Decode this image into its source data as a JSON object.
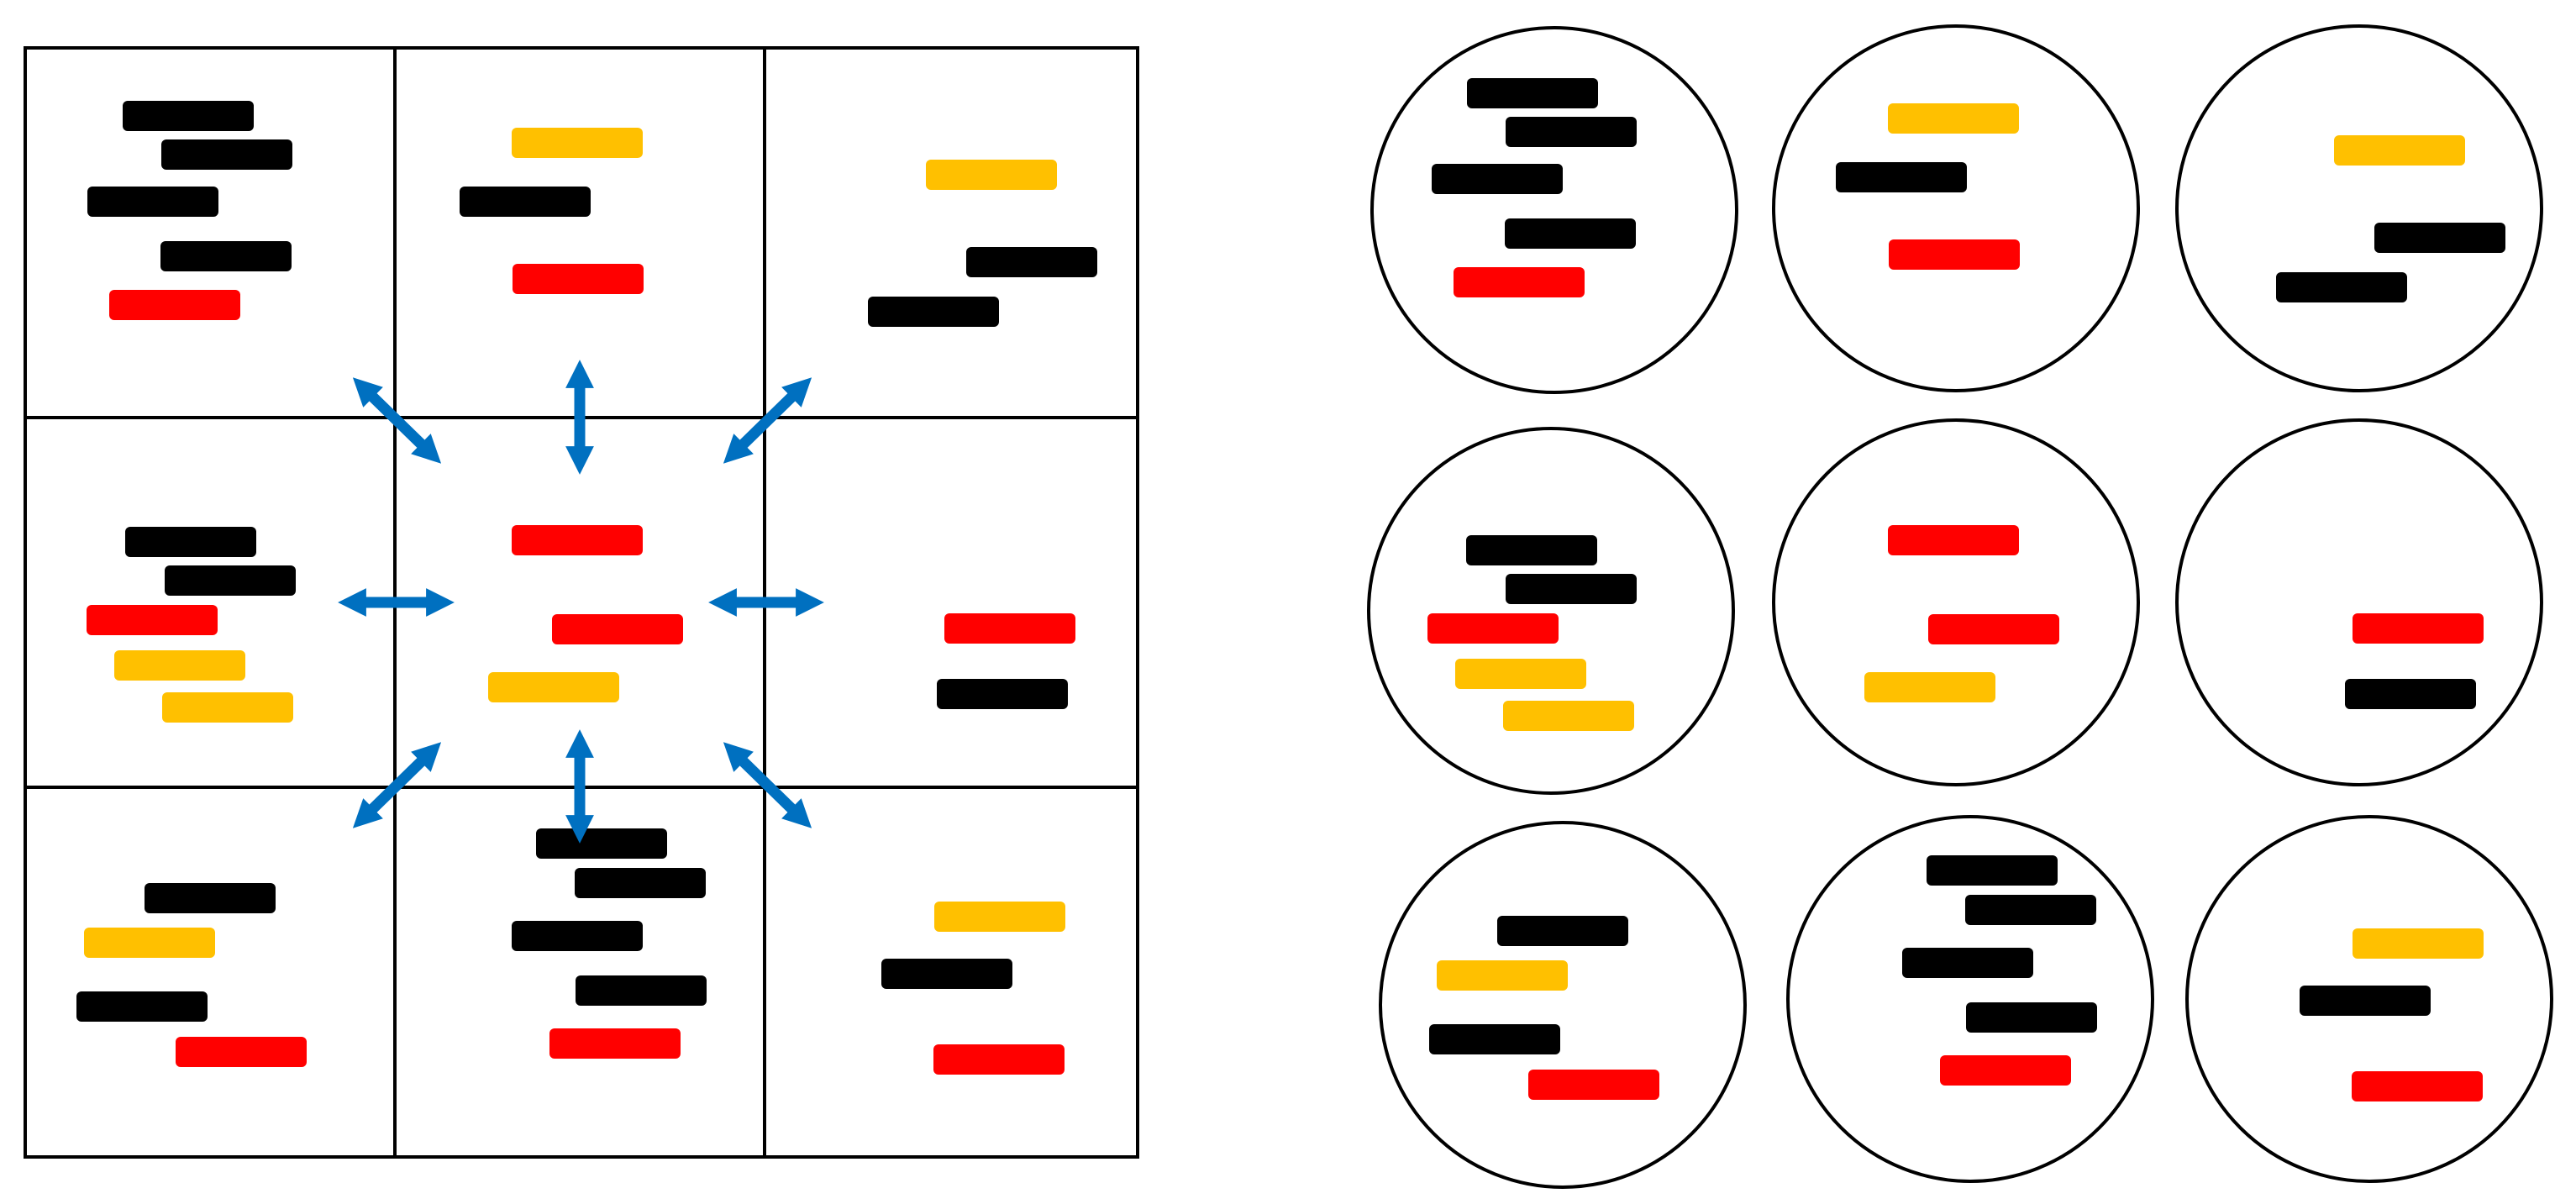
{
  "colors": {
    "black": "#000000",
    "red": "#ff0000",
    "yellow": "#ffc000",
    "arrow": "#0070c0",
    "stroke": "#000000",
    "background": "#ffffff"
  },
  "grid_panel": {
    "cells": [
      {
        "row": 0,
        "col": 0,
        "bars": [
          "black",
          "black",
          "black",
          "black",
          "red"
        ]
      },
      {
        "row": 0,
        "col": 1,
        "bars": [
          "yellow",
          "black",
          "red"
        ]
      },
      {
        "row": 0,
        "col": 2,
        "bars": [
          "yellow",
          "black",
          "black"
        ]
      },
      {
        "row": 1,
        "col": 0,
        "bars": [
          "black",
          "black",
          "red",
          "yellow",
          "yellow"
        ]
      },
      {
        "row": 1,
        "col": 1,
        "bars": [
          "red",
          "red",
          "yellow"
        ]
      },
      {
        "row": 1,
        "col": 2,
        "bars": [
          "red",
          "black"
        ]
      },
      {
        "row": 2,
        "col": 0,
        "bars": [
          "black",
          "yellow",
          "black",
          "red"
        ]
      },
      {
        "row": 2,
        "col": 1,
        "bars": [
          "black",
          "black",
          "black",
          "black",
          "red"
        ]
      },
      {
        "row": 2,
        "col": 2,
        "bars": [
          "yellow",
          "black",
          "red"
        ]
      }
    ],
    "arrows": [
      {
        "direction": "nw-se",
        "position": "top-left"
      },
      {
        "direction": "n-s",
        "position": "top"
      },
      {
        "direction": "ne-sw",
        "position": "top-right"
      },
      {
        "direction": "w-e",
        "position": "left"
      },
      {
        "direction": "w-e",
        "position": "right"
      },
      {
        "direction": "ne-sw",
        "position": "bottom-left"
      },
      {
        "direction": "n-s",
        "position": "bottom"
      },
      {
        "direction": "nw-se",
        "position": "bottom-right"
      }
    ]
  },
  "circle_panel": {
    "circles": [
      {
        "row": 0,
        "col": 0,
        "bars": [
          "black",
          "black",
          "black",
          "black",
          "red"
        ]
      },
      {
        "row": 0,
        "col": 1,
        "bars": [
          "yellow",
          "black",
          "red"
        ]
      },
      {
        "row": 0,
        "col": 2,
        "bars": [
          "yellow",
          "black",
          "black"
        ]
      },
      {
        "row": 1,
        "col": 0,
        "bars": [
          "black",
          "black",
          "red",
          "yellow",
          "yellow"
        ]
      },
      {
        "row": 1,
        "col": 1,
        "bars": [
          "red",
          "red",
          "yellow"
        ]
      },
      {
        "row": 1,
        "col": 2,
        "bars": [
          "red",
          "black"
        ]
      },
      {
        "row": 2,
        "col": 0,
        "bars": [
          "black",
          "yellow",
          "black",
          "red"
        ]
      },
      {
        "row": 2,
        "col": 1,
        "bars": [
          "black",
          "black",
          "black",
          "black",
          "red"
        ]
      },
      {
        "row": 2,
        "col": 2,
        "bars": [
          "yellow",
          "black",
          "red"
        ]
      }
    ]
  }
}
